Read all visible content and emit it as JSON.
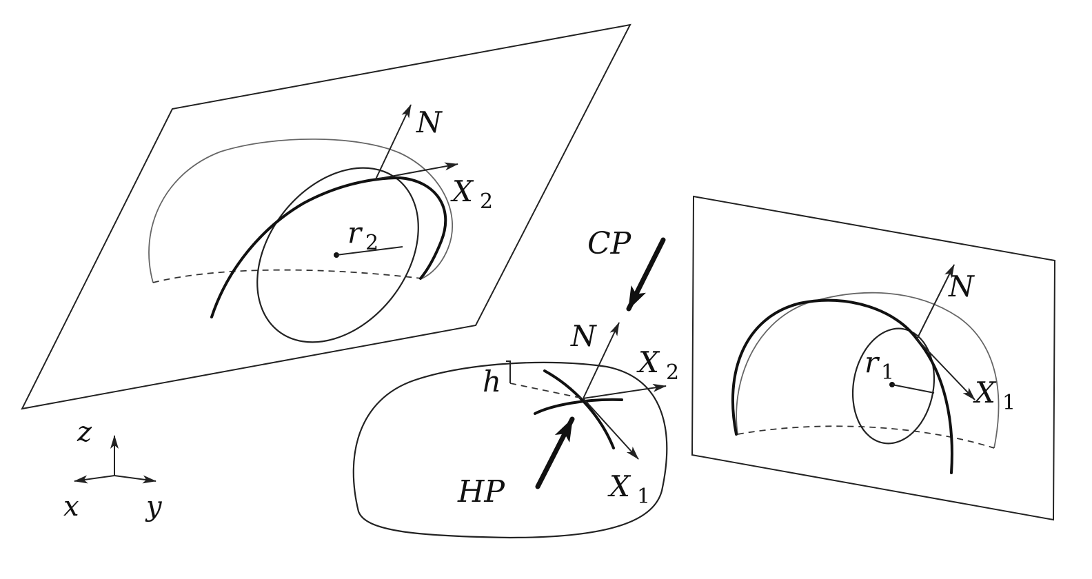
{
  "figure": {
    "labels": {
      "N": "N",
      "X": "X",
      "sub1": "1",
      "sub2": "2",
      "r": "r",
      "h": "h",
      "CP": "CP",
      "HP": "HP"
    },
    "axes": {
      "z": "z",
      "x": "x",
      "y": "y"
    }
  },
  "colors": {
    "stroke": "#222222",
    "thin": "#666666",
    "background": "#ffffff"
  }
}
